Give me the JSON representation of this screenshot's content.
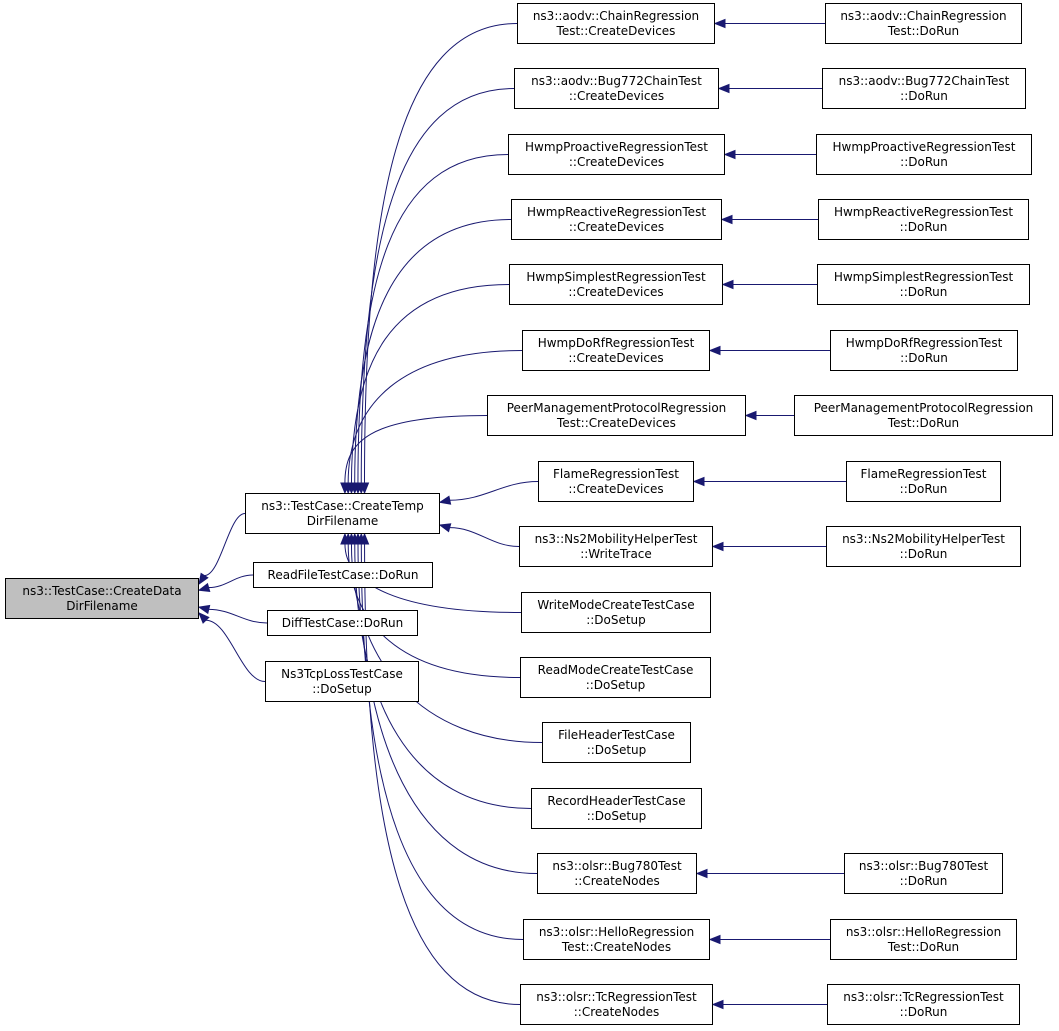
{
  "colors": {
    "edge": "#191970",
    "root_fill": "#bfbfbf",
    "node_fill": "#ffffff",
    "node_border": "#000000"
  },
  "nodes": {
    "create_data_dir": {
      "lines": [
        "ns3::TestCase::CreateData",
        "DirFilename"
      ]
    },
    "create_temp_dir": {
      "lines": [
        "ns3::TestCase::CreateTemp",
        "DirFilename"
      ]
    },
    "readfile_dorun": {
      "lines": [
        "ReadFileTestCase::DoRun"
      ]
    },
    "diff_dorun": {
      "lines": [
        "DiffTestCase::DoRun"
      ]
    },
    "tcploss_dosetup": {
      "lines": [
        "Ns3TcpLossTestCase",
        "::DoSetup"
      ]
    },
    "aodv_chain_cd": {
      "lines": [
        "ns3::aodv::ChainRegression",
        "Test::CreateDevices"
      ]
    },
    "aodv_bug772_cd": {
      "lines": [
        "ns3::aodv::Bug772ChainTest",
        "::CreateDevices"
      ]
    },
    "hwmp_proactive_cd": {
      "lines": [
        "HwmpProactiveRegressionTest",
        "::CreateDevices"
      ]
    },
    "hwmp_reactive_cd": {
      "lines": [
        "HwmpReactiveRegressionTest",
        "::CreateDevices"
      ]
    },
    "hwmp_simplest_cd": {
      "lines": [
        "HwmpSimplestRegressionTest",
        "::CreateDevices"
      ]
    },
    "hwmp_dorf_cd": {
      "lines": [
        "HwmpDoRfRegressionTest",
        "::CreateDevices"
      ]
    },
    "peer_mgmt_cd": {
      "lines": [
        "PeerManagementProtocolRegression",
        "Test::CreateDevices"
      ]
    },
    "flame_cd": {
      "lines": [
        "FlameRegressionTest",
        "::CreateDevices"
      ]
    },
    "ns2mob_wt": {
      "lines": [
        "ns3::Ns2MobilityHelperTest",
        "::WriteTrace"
      ]
    },
    "writemode_ds": {
      "lines": [
        "WriteModeCreateTestCase",
        "::DoSetup"
      ]
    },
    "readmode_ds": {
      "lines": [
        "ReadModeCreateTestCase",
        "::DoSetup"
      ]
    },
    "fileheader_ds": {
      "lines": [
        "FileHeaderTestCase",
        "::DoSetup"
      ]
    },
    "recordheader_ds": {
      "lines": [
        "RecordHeaderTestCase",
        "::DoSetup"
      ]
    },
    "olsr_bug780_cn": {
      "lines": [
        "ns3::olsr::Bug780Test",
        "::CreateNodes"
      ]
    },
    "olsr_hello_cn": {
      "lines": [
        "ns3::olsr::HelloRegression",
        "Test::CreateNodes"
      ]
    },
    "olsr_tc_cn": {
      "lines": [
        "ns3::olsr::TcRegressionTest",
        "::CreateNodes"
      ]
    },
    "aodv_chain_run": {
      "lines": [
        "ns3::aodv::ChainRegression",
        "Test::DoRun"
      ]
    },
    "aodv_bug772_run": {
      "lines": [
        "ns3::aodv::Bug772ChainTest",
        "::DoRun"
      ]
    },
    "hwmp_proactive_run": {
      "lines": [
        "HwmpProactiveRegressionTest",
        "::DoRun"
      ]
    },
    "hwmp_reactive_run": {
      "lines": [
        "HwmpReactiveRegressionTest",
        "::DoRun"
      ]
    },
    "hwmp_simplest_run": {
      "lines": [
        "HwmpSimplestRegressionTest",
        "::DoRun"
      ]
    },
    "hwmp_dorf_run": {
      "lines": [
        "HwmpDoRfRegressionTest",
        "::DoRun"
      ]
    },
    "peer_mgmt_run": {
      "lines": [
        "PeerManagementProtocolRegression",
        "Test::DoRun"
      ]
    },
    "flame_run": {
      "lines": [
        "FlameRegressionTest",
        "::DoRun"
      ]
    },
    "ns2mob_run": {
      "lines": [
        "ns3::Ns2MobilityHelperTest",
        "::DoRun"
      ]
    },
    "olsr_bug780_run": {
      "lines": [
        "ns3::olsr::Bug780Test",
        "::DoRun"
      ]
    },
    "olsr_hello_run": {
      "lines": [
        "ns3::olsr::HelloRegression",
        "Test::DoRun"
      ]
    },
    "olsr_tc_run": {
      "lines": [
        "ns3::olsr::TcRegressionTest",
        "::DoRun"
      ]
    }
  },
  "edges": [
    [
      "create_temp_dir",
      "create_data_dir"
    ],
    [
      "readfile_dorun",
      "create_data_dir"
    ],
    [
      "diff_dorun",
      "create_data_dir"
    ],
    [
      "tcploss_dosetup",
      "create_data_dir"
    ],
    [
      "aodv_chain_cd",
      "create_temp_dir"
    ],
    [
      "aodv_bug772_cd",
      "create_temp_dir"
    ],
    [
      "hwmp_proactive_cd",
      "create_temp_dir"
    ],
    [
      "hwmp_reactive_cd",
      "create_temp_dir"
    ],
    [
      "hwmp_simplest_cd",
      "create_temp_dir"
    ],
    [
      "hwmp_dorf_cd",
      "create_temp_dir"
    ],
    [
      "peer_mgmt_cd",
      "create_temp_dir"
    ],
    [
      "flame_cd",
      "create_temp_dir"
    ],
    [
      "ns2mob_wt",
      "create_temp_dir"
    ],
    [
      "writemode_ds",
      "create_temp_dir"
    ],
    [
      "readmode_ds",
      "create_temp_dir"
    ],
    [
      "fileheader_ds",
      "create_temp_dir"
    ],
    [
      "recordheader_ds",
      "create_temp_dir"
    ],
    [
      "olsr_bug780_cn",
      "create_temp_dir"
    ],
    [
      "olsr_hello_cn",
      "create_temp_dir"
    ],
    [
      "olsr_tc_cn",
      "create_temp_dir"
    ],
    [
      "aodv_chain_run",
      "aodv_chain_cd"
    ],
    [
      "aodv_bug772_run",
      "aodv_bug772_cd"
    ],
    [
      "hwmp_proactive_run",
      "hwmp_proactive_cd"
    ],
    [
      "hwmp_reactive_run",
      "hwmp_reactive_cd"
    ],
    [
      "hwmp_simplest_run",
      "hwmp_simplest_cd"
    ],
    [
      "hwmp_dorf_run",
      "hwmp_dorf_cd"
    ],
    [
      "peer_mgmt_run",
      "peer_mgmt_cd"
    ],
    [
      "flame_run",
      "flame_cd"
    ],
    [
      "ns2mob_run",
      "ns2mob_wt"
    ],
    [
      "olsr_bug780_run",
      "olsr_bug780_cn"
    ],
    [
      "olsr_hello_run",
      "olsr_hello_cn"
    ],
    [
      "olsr_tc_run",
      "olsr_tc_cn"
    ]
  ]
}
